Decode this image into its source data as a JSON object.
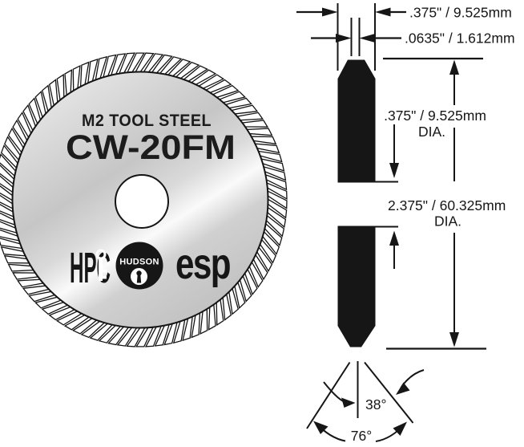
{
  "colors": {
    "ink": "#161616",
    "disc_light": "#e9e9e9",
    "disc_mid": "#c6c6c6",
    "disc_sheen": "#fafafa",
    "disc_dark": "#bdbdbd",
    "background": "#ffffff"
  },
  "wheel": {
    "material_label": "M2 TOOL STEEL",
    "model_label": "CW-20FM",
    "teeth_count": 98,
    "logos": {
      "hpc": "HPC",
      "hudson": "HUDSON",
      "esp": "esp"
    }
  },
  "dims": {
    "width": ".375\" / 9.525mm",
    "thickness": ".0635\" / 1.612mm",
    "hub_dia_1": ".375\" / 9.525mm",
    "hub_dia_2": "DIA.",
    "outer_dia_1": "2.375\" / 60.325mm",
    "outer_dia_2": "DIA.",
    "half_angle": "38°",
    "full_angle": "76°"
  }
}
